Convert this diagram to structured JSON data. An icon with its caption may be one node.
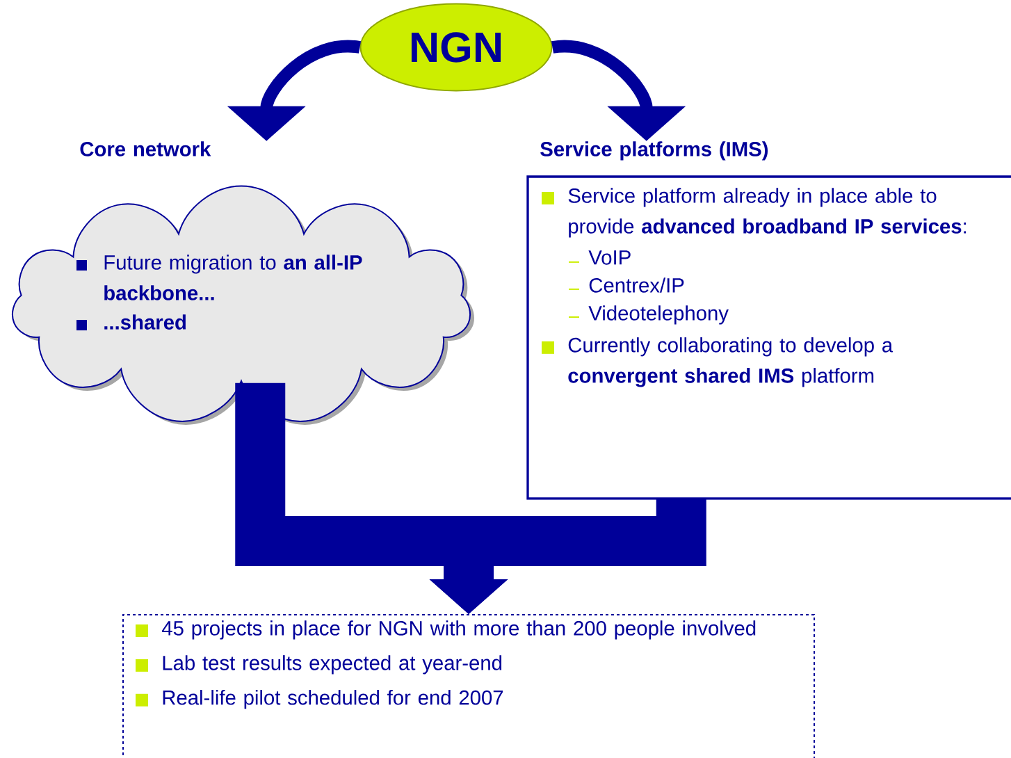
{
  "diagram": {
    "nodes": [
      {
        "text": [
          "NGN"
        ]
      },
      {
        "text": [
          "Core network",
          "Future migration to **an all-IP backbone...**",
          "**...shared**"
        ]
      },
      {
        "text": [
          "Service platforms (IMS)",
          "Service platform already in place able to provide **advanced broadband IP services**:",
          "VoIP",
          "Centrex/IP",
          "Videotelephony",
          "Currently collaborating to develop a **convergent shared IMS** platform"
        ]
      },
      {
        "text": [
          "45 projects in place for NGN with more than 200 people involved",
          "Lab test results expected at year-end",
          "Real-life pilot scheduled for end 2007"
        ]
      }
    ],
    "edges": [
      {
        "from": 0,
        "to": 1,
        "arrow": "to"
      },
      {
        "from": 0,
        "to": 2,
        "arrow": "to"
      },
      {
        "from": 1,
        "to": 3,
        "arrow": "to",
        "style": "thick"
      },
      {
        "from": 2,
        "to": 3,
        "arrow": "to",
        "style": "thick"
      }
    ]
  }
}
